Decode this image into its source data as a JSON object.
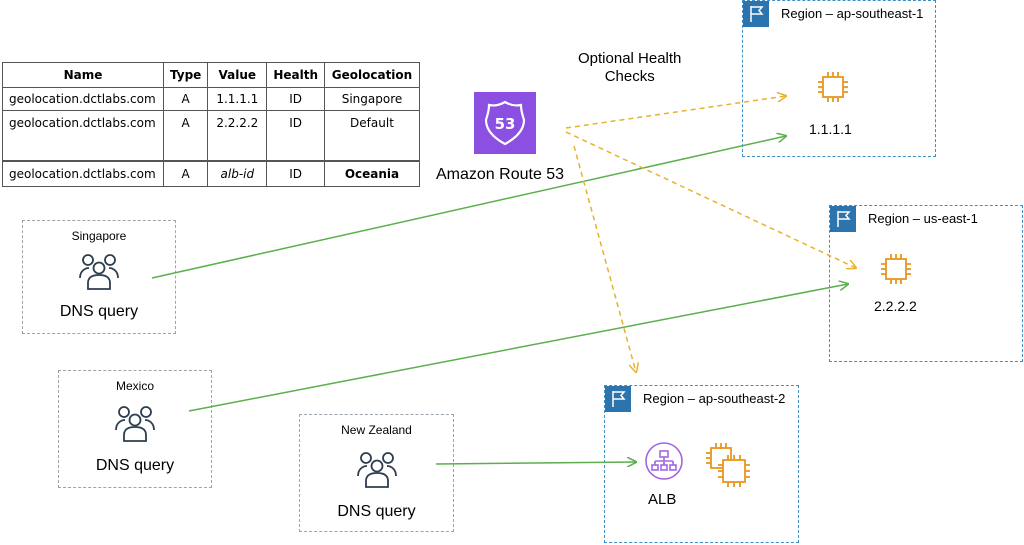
{
  "table": {
    "headers": [
      "Name",
      "Type",
      "Value",
      "Health",
      "Geolocation"
    ],
    "rows": [
      {
        "name": "geolocation.dctlabs.com",
        "type": "A",
        "value": "1.1.1.1",
        "health": "ID",
        "geo": "Singapore"
      },
      {
        "name": "geolocation.dctlabs.com",
        "type": "A",
        "value": "2.2.2.2",
        "health": "ID",
        "geo": "Default"
      },
      {
        "name": "geolocation.dctlabs.com",
        "type": "A",
        "value": "alb-id",
        "health": "ID",
        "geo": "Oceania"
      }
    ]
  },
  "route53": {
    "label": "Amazon Route 53",
    "badge": "53"
  },
  "health_checks": {
    "line1": "Optional Health",
    "line2": "Checks"
  },
  "queries": [
    {
      "location": "Singapore",
      "label": "DNS query"
    },
    {
      "location": "Mexico",
      "label": "DNS query"
    },
    {
      "location": "New Zealand",
      "label": "DNS query"
    }
  ],
  "regions": [
    {
      "label": "Region – ap-southeast-1",
      "target": "1.1.1.1"
    },
    {
      "label": "Region – us-east-1",
      "target": "2.2.2.2"
    },
    {
      "label": "Region – ap-southeast-2",
      "target": "ALB"
    }
  ],
  "colors": {
    "route53": "#8b4fe2",
    "region_border": "#3d8fc6",
    "flag": "#2b74ad",
    "ec2": "#e8961d",
    "query_arrow": "#5cae4e",
    "health_arrow": "#e8b22a",
    "alb": "#a166e0",
    "users": "#2c3e50"
  }
}
